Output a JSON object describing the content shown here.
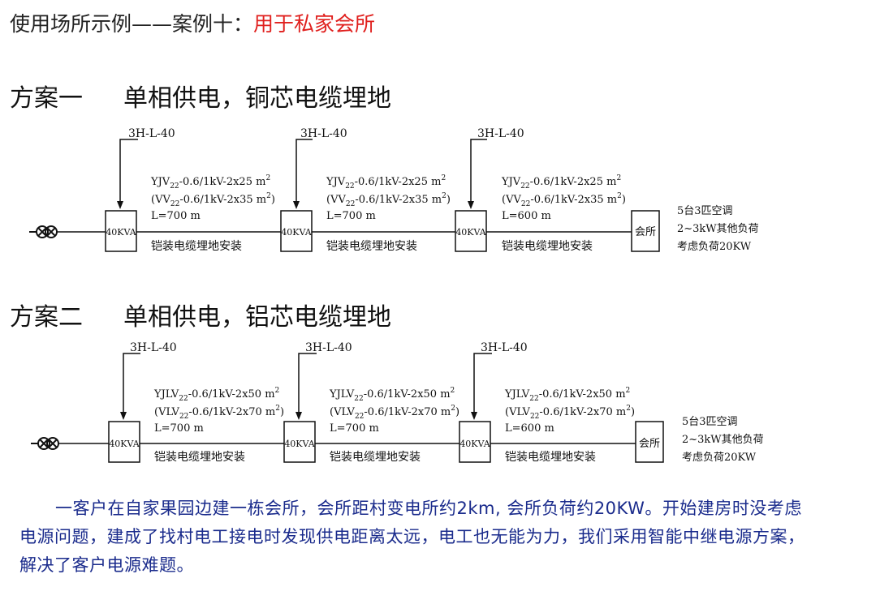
{
  "title": {
    "prefix": "使用场所示例——案例十：",
    "highlight": "用于私家会所"
  },
  "schemes": [
    {
      "name": "方案一",
      "desc": "单相供电，铜芯电缆埋地",
      "breaker": "3H-L-40",
      "box": "40KVA",
      "segments": [
        {
          "cable1_pre": "YJV",
          "cable1_sub": "22",
          "cable1_post": "-0.6/1kV-2x25 m",
          "cable2_pre": "(VV",
          "cable2_sub": "22",
          "cable2_post": "-0.6/1kV-2x35 m",
          "length": "L=700 m",
          "install": "铠装电缆埋地安装"
        },
        {
          "cable1_pre": "YJV",
          "cable1_sub": "22",
          "cable1_post": "-0.6/1kV-2x25 m",
          "cable2_pre": "(VV",
          "cable2_sub": "22",
          "cable2_post": "-0.6/1kV-2x35 m",
          "length": "L=700 m",
          "install": "铠装电缆埋地安装"
        },
        {
          "cable1_pre": "YJV",
          "cable1_sub": "22",
          "cable1_post": "-0.6/1kV-2x25 m",
          "cable2_pre": "(VV",
          "cable2_sub": "22",
          "cable2_post": "-0.6/1kV-2x35 m",
          "length": "L=600 m",
          "install": "铠装电缆埋地安装"
        }
      ],
      "load_box": "会所",
      "load_lines": [
        "5台3匹空调",
        "2~3kW其他负荷",
        "考虑负荷20KW"
      ]
    },
    {
      "name": "方案二",
      "desc": "单相供电，铝芯电缆埋地",
      "breaker": "3H-L-40",
      "box": "40KVA",
      "segments": [
        {
          "cable1_pre": "YJLV",
          "cable1_sub": "22",
          "cable1_post": "-0.6/1kV-2x50 m",
          "cable2_pre": "(VLV",
          "cable2_sub": "22",
          "cable2_post": "-0.6/1kV-2x70 m",
          "length": "L=700 m",
          "install": "铠装电缆埋地安装"
        },
        {
          "cable1_pre": "YJLV",
          "cable1_sub": "22",
          "cable1_post": "-0.6/1kV-2x50 m",
          "cable2_pre": "(VLV",
          "cable2_sub": "22",
          "cable2_post": "-0.6/1kV-2x70 m",
          "length": "L=700 m",
          "install": "铠装电缆埋地安装"
        },
        {
          "cable1_pre": "YJLV",
          "cable1_sub": "22",
          "cable1_post": "-0.6/1kV-2x50 m",
          "cable2_pre": "(VLV",
          "cable2_sub": "22",
          "cable2_post": "-0.6/1kV-2x70 m",
          "length": "L=600 m",
          "install": "铠装电缆埋地安装"
        }
      ],
      "load_box": "会所",
      "load_lines": [
        "5台3匹空调",
        "2~3kW其他负荷",
        "考虑负荷20KW"
      ]
    }
  ],
  "paragraph": [
    "一客户在自家果园边建一栋会所，会所距村变电所约2km, 会所负荷约20KW。开始建房时没考虑",
    "电源问题，建成了找村电工接电时发现供电距离太远，电工也无能为力，我们采用智能中继电源方案，",
    "解决了客户电源难题。"
  ]
}
